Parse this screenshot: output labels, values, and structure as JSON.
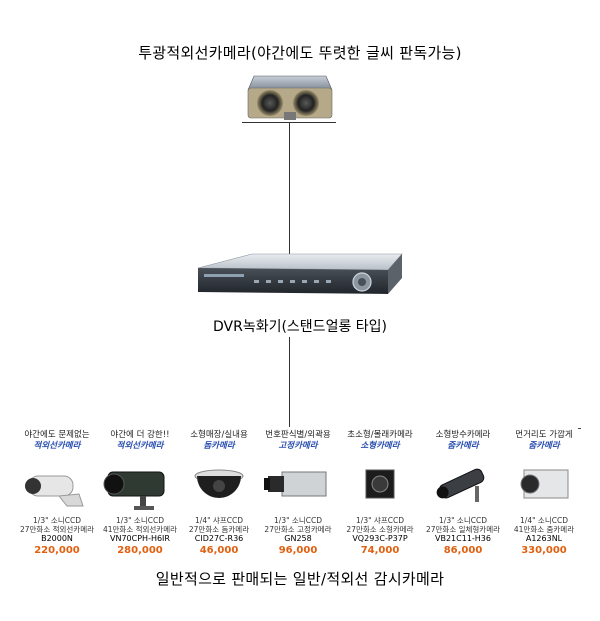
{
  "top_camera": {
    "label": "투광적외선카메라(야간에도 뚜렷한 글씨 판독가능)"
  },
  "dvr": {
    "label": "DVR녹화기(스탠드얼롱 타입)"
  },
  "bottom": {
    "label": "일반적으로 판매되는 일반/적외선 감시카메라"
  },
  "cameras": [
    {
      "desc": "야간에도 문제없는",
      "type": "적외선카메라",
      "spec1": "1/3\" 소니CCD",
      "spec2": "27만화소 적외선카메라",
      "model": "B2000N",
      "price": "220,000"
    },
    {
      "desc": "야간에 더 강한!!",
      "type": "적외선카메라",
      "spec1": "1/3\" 소니CCD",
      "spec2": "41만화소 적외선카메라",
      "model": "VN70CPH-H6IR",
      "price": "280,000"
    },
    {
      "desc": "소형매장/실내용",
      "type": "돔카메라",
      "spec1": "1/4\" 샤프CCD",
      "spec2": "27만화소 돔카메라",
      "model": "CID27C-R36",
      "price": "46,000"
    },
    {
      "desc": "번호판식별/외곽용",
      "type": "고정카메라",
      "spec1": "1/3\" 소니CCD",
      "spec2": "27만화소 고정카메라",
      "model": "GN258",
      "price": "96,000"
    },
    {
      "desc": "초소형/몰래카메라",
      "type": "소형카메라",
      "spec1": "1/3\" 샤프CCD",
      "spec2": "27만화소 소형카메라",
      "model": "VQ293C-P37P",
      "price": "74,000"
    },
    {
      "desc": "소형방수카메라",
      "type": "줌카메라",
      "spec1": "1/3\" 소니CCD",
      "spec2": "27만화소 일체형카메라",
      "model": "VB21C11-H36",
      "price": "86,000"
    },
    {
      "desc": "먼거리도 가깝게",
      "type": "줌카메라",
      "spec1": "1/4\" 소니CCD",
      "spec2": "41만화소 줌카메라",
      "model": "A1263NL",
      "price": "330,000"
    }
  ]
}
